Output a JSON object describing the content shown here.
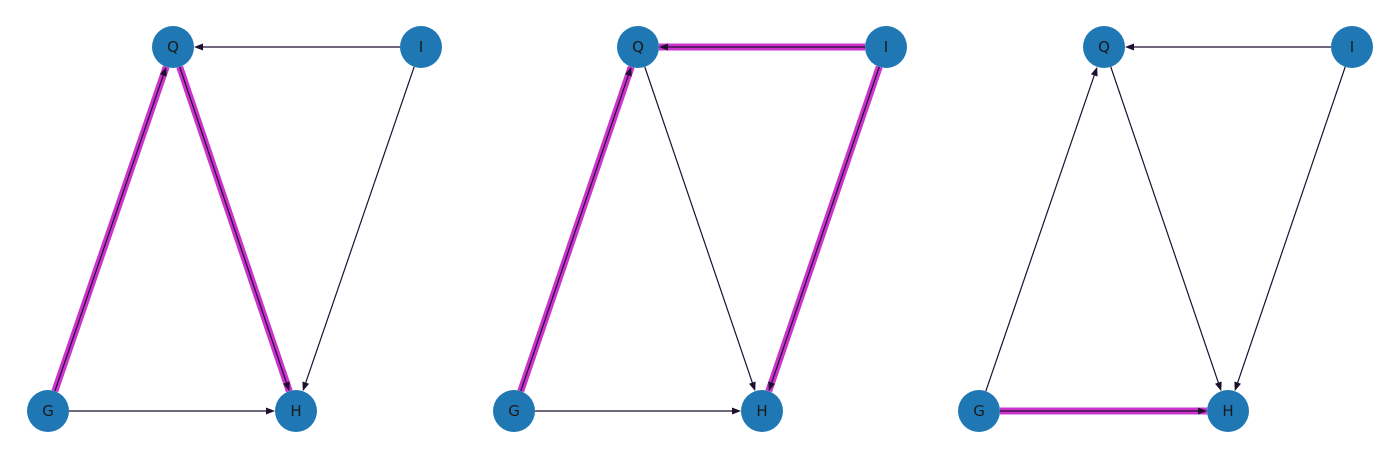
{
  "colors": {
    "node_fill": "#1f77b4",
    "edge": "#1f0f2f",
    "highlight": "#cc33cc",
    "label": "#1a1a1a"
  },
  "panels": [
    {
      "nodes": [
        {
          "id": "Q",
          "label": "Q"
        },
        {
          "id": "I",
          "label": "I"
        },
        {
          "id": "G",
          "label": "G"
        },
        {
          "id": "H",
          "label": "H"
        }
      ],
      "edges": [
        {
          "from": "I",
          "to": "Q",
          "highlighted": false
        },
        {
          "from": "I",
          "to": "H",
          "highlighted": false
        },
        {
          "from": "G",
          "to": "H",
          "highlighted": false
        },
        {
          "from": "G",
          "to": "Q",
          "highlighted": true
        },
        {
          "from": "Q",
          "to": "H",
          "highlighted": true
        }
      ]
    },
    {
      "nodes": [
        {
          "id": "Q",
          "label": "Q"
        },
        {
          "id": "I",
          "label": "I"
        },
        {
          "id": "G",
          "label": "G"
        },
        {
          "id": "H",
          "label": "H"
        }
      ],
      "edges": [
        {
          "from": "Q",
          "to": "H",
          "highlighted": false
        },
        {
          "from": "G",
          "to": "H",
          "highlighted": false
        },
        {
          "from": "I",
          "to": "Q",
          "highlighted": true
        },
        {
          "from": "G",
          "to": "Q",
          "highlighted": true
        },
        {
          "from": "I",
          "to": "H",
          "highlighted": true
        }
      ]
    },
    {
      "nodes": [
        {
          "id": "Q",
          "label": "Q"
        },
        {
          "id": "I",
          "label": "I"
        },
        {
          "id": "G",
          "label": "G"
        },
        {
          "id": "H",
          "label": "H"
        }
      ],
      "edges": [
        {
          "from": "I",
          "to": "Q",
          "highlighted": false
        },
        {
          "from": "G",
          "to": "Q",
          "highlighted": false
        },
        {
          "from": "Q",
          "to": "H",
          "highlighted": false
        },
        {
          "from": "I",
          "to": "H",
          "highlighted": false
        },
        {
          "from": "G",
          "to": "H",
          "highlighted": true
        }
      ]
    }
  ]
}
